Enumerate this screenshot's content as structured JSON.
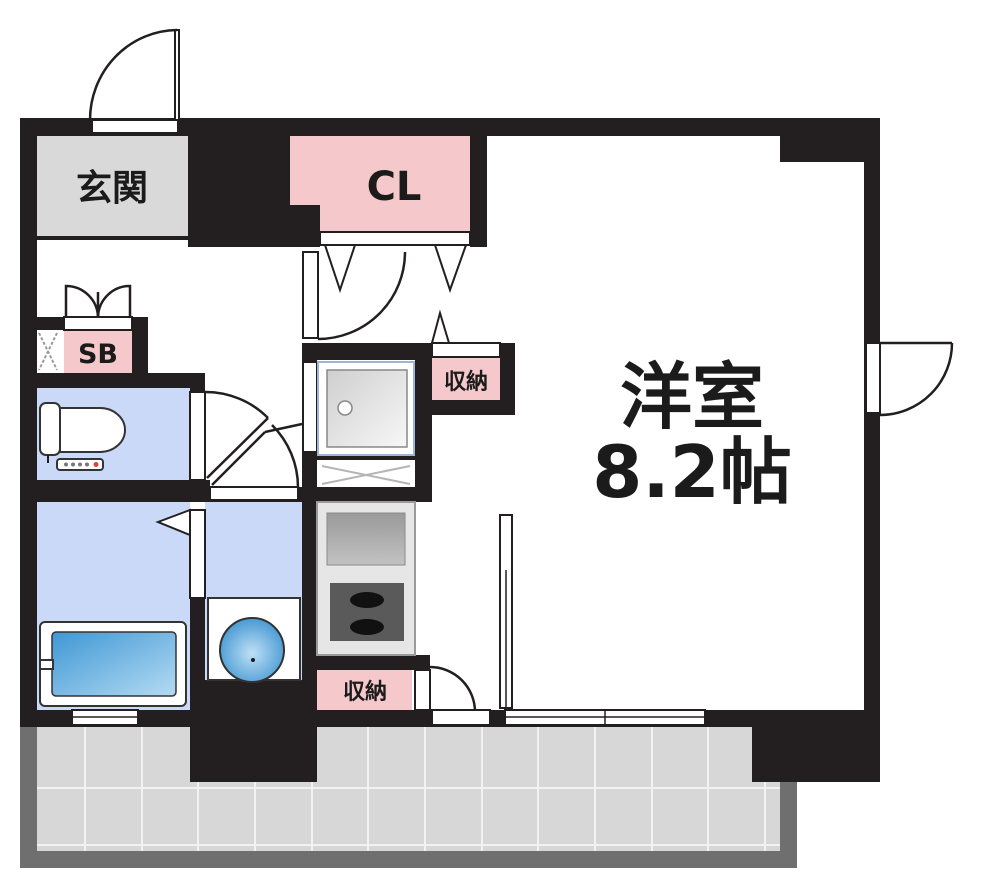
{
  "labels": {
    "entrance": "玄関",
    "closet": "CL",
    "shoe_box": "SB",
    "storage_upper": "収納",
    "storage_lower": "収納",
    "western_room": "洋室",
    "western_room_size": "8.2帖"
  },
  "colors": {
    "wall": "#231f20",
    "entrance": "#d9d9d9",
    "storage": "#f5c9cb",
    "wet": "#c9d9f7",
    "balcony": "#d7d7d7",
    "balcony-edge": "#6f6f6f"
  }
}
